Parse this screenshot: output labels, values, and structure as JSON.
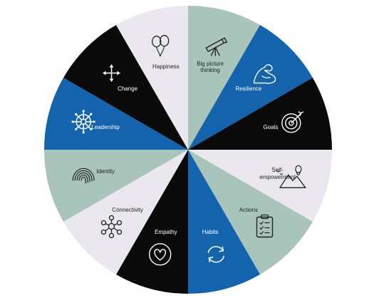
{
  "wheel": {
    "segments": [
      {
        "label": "Big picture\nthinking",
        "icon": "telescope-icon",
        "fill": "#a9c4bb",
        "text_color": "#222222",
        "icon_color": "#222222"
      },
      {
        "label": "Resilience",
        "icon": "flexed-arm-icon",
        "fill": "#1463ad",
        "text_color": "#ffffff",
        "icon_color": "#ffffff"
      },
      {
        "label": "Goals",
        "icon": "target-icon",
        "fill": "#0a0a0a",
        "text_color": "#ffffff",
        "icon_color": "#ffffff"
      },
      {
        "label": "Self-\nempowerment",
        "icon": "mountain-balloon-icon",
        "fill": "#ebe7ee",
        "text_color": "#222222",
        "icon_color": "#222222"
      },
      {
        "label": "Actions",
        "icon": "clipboard-checklist-icon",
        "fill": "#a9c4bb",
        "text_color": "#222222",
        "icon_color": "#222222"
      },
      {
        "label": "Habits",
        "icon": "cycle-arrows-icon",
        "fill": "#1463ad",
        "text_color": "#ffffff",
        "icon_color": "#ffffff"
      },
      {
        "label": "Empathy",
        "icon": "heart-icon",
        "fill": "#0a0a0a",
        "text_color": "#ffffff",
        "icon_color": "#ffffff"
      },
      {
        "label": "Connectivity",
        "icon": "network-icon",
        "fill": "#ebe7ee",
        "text_color": "#222222",
        "icon_color": "#222222"
      },
      {
        "label": "Identity",
        "icon": "fingerprint-icon",
        "fill": "#a9c4bb",
        "text_color": "#222222",
        "icon_color": "#222222"
      },
      {
        "label": "Leadership",
        "icon": "ship-wheel-icon",
        "fill": "#1463ad",
        "text_color": "#ffffff",
        "icon_color": "#ffffff"
      },
      {
        "label": "Change",
        "icon": "move-arrows-icon",
        "fill": "#0a0a0a",
        "text_color": "#ffffff",
        "icon_color": "#ffffff"
      },
      {
        "label": "Happiness",
        "icon": "balloons-icon",
        "fill": "#ebe7ee",
        "text_color": "#222222",
        "icon_color": "#222222"
      }
    ]
  }
}
